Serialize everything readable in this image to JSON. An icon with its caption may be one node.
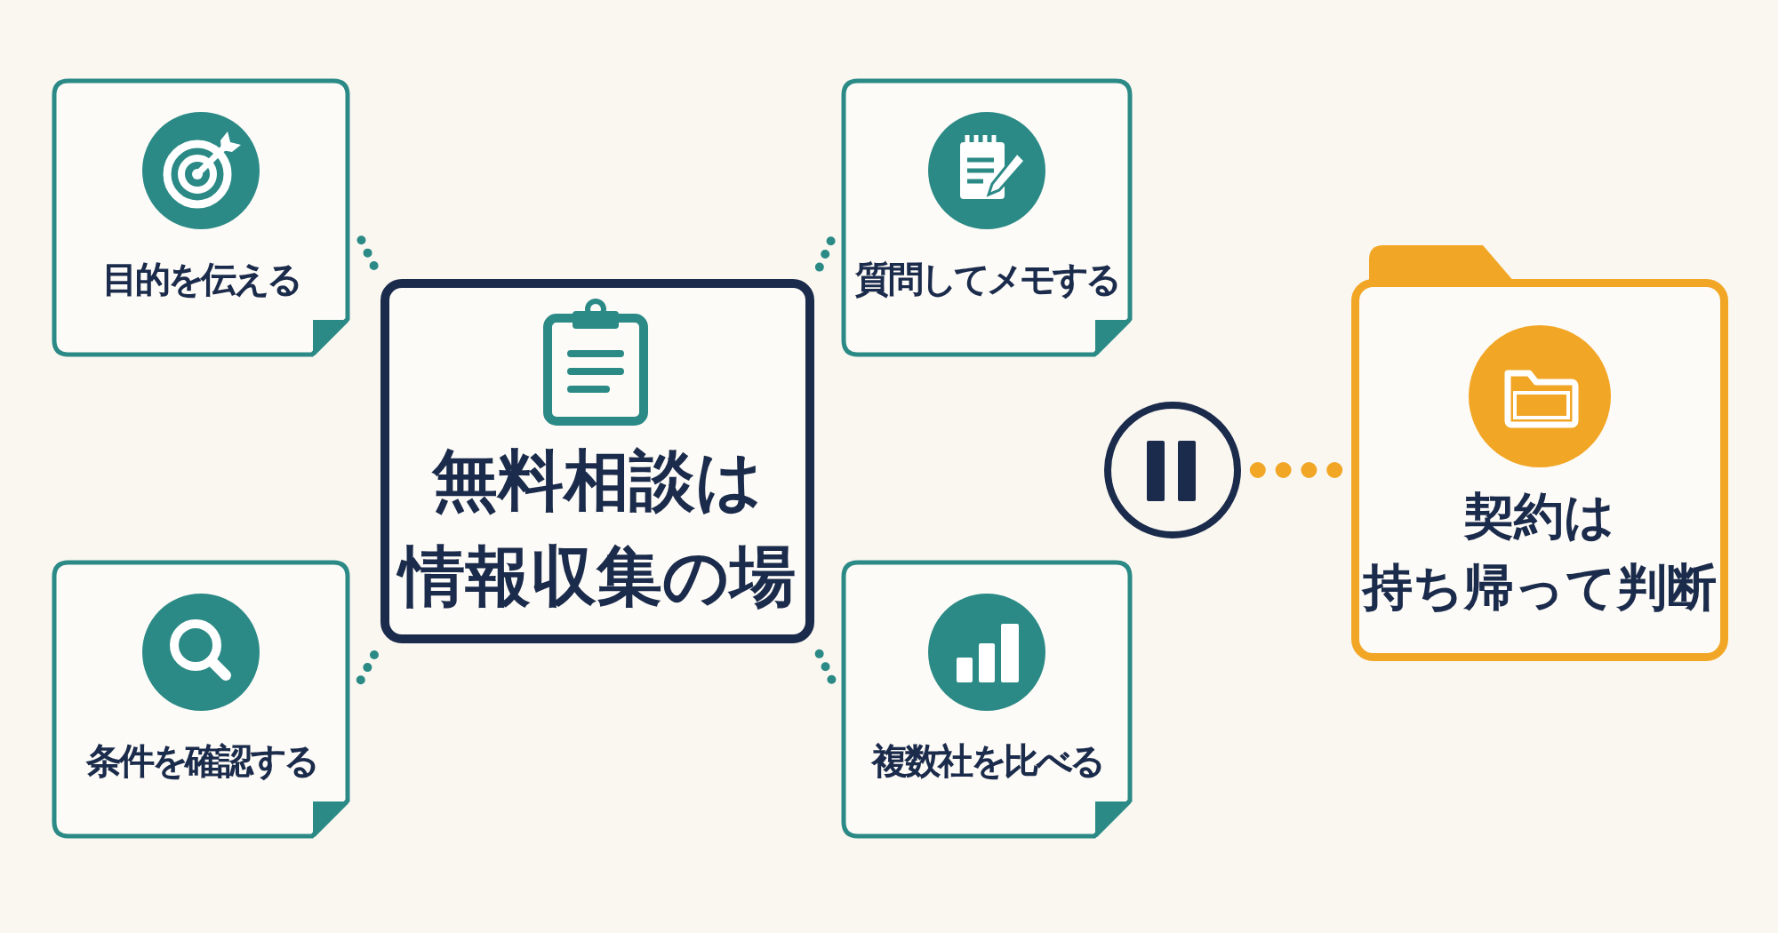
{
  "diagram": {
    "nodes": [
      {
        "text": [
          "目的を伝える"
        ]
      },
      {
        "text": [
          "条件を確認する"
        ]
      },
      {
        "text": [
          "無料相談は情報収集の場"
        ]
      },
      {
        "text": [
          "質問してメモする"
        ]
      },
      {
        "text": [
          "複数社を比べる"
        ]
      },
      {
        "text": [],
        "shape": "circle"
      },
      {
        "text": [
          "契約は持ち帰って判断"
        ]
      }
    ],
    "edges": [
      {
        "from": 2,
        "to": 0,
        "arrow": "none",
        "style": "dashed"
      },
      {
        "from": 2,
        "to": 1,
        "arrow": "none",
        "style": "dashed"
      },
      {
        "from": 2,
        "to": 3,
        "arrow": "none",
        "style": "dashed"
      },
      {
        "from": 2,
        "to": 4,
        "arrow": "none",
        "style": "dashed"
      },
      {
        "from": 5,
        "to": 6,
        "arrow": "none",
        "style": "dashed",
        "color": "#f2a626"
      }
    ]
  }
}
